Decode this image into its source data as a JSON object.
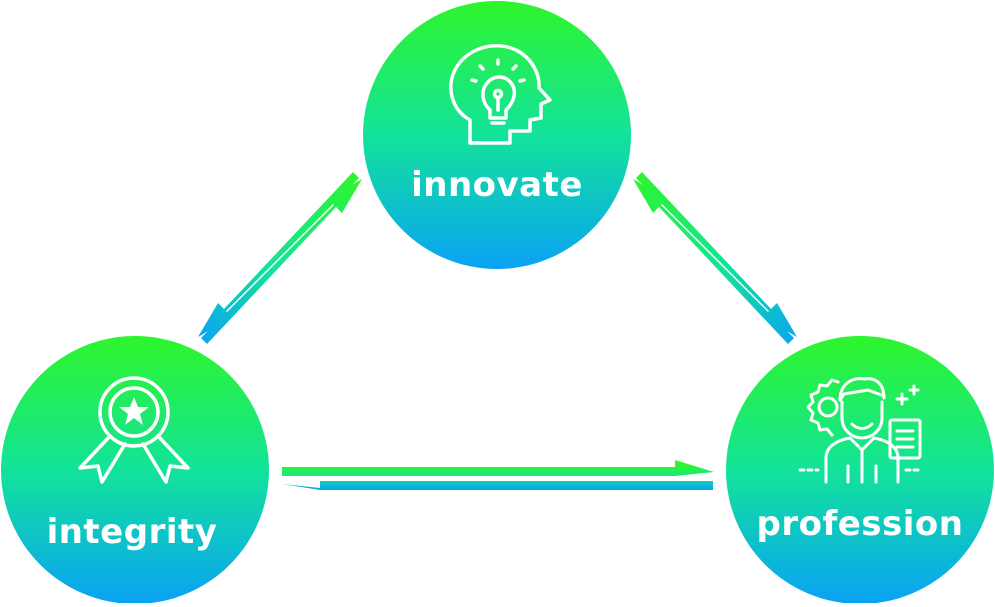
{
  "nodes": [
    {
      "id": "innovate",
      "label": "innovate",
      "icon": "head-lightbulb-icon"
    },
    {
      "id": "integrity",
      "label": "integrity",
      "icon": "award-ribbon-icon"
    },
    {
      "id": "profession",
      "label": "profession",
      "icon": "professional-person-icon"
    }
  ],
  "colors": {
    "gradient_top": "#2ef52c",
    "gradient_mid": "#12e39a",
    "gradient_bottom": "#0aa2f5",
    "text": "#ffffff",
    "background": "#ffffff"
  },
  "connections": [
    {
      "from": "innovate",
      "to": "integrity",
      "bidirectional": true
    },
    {
      "from": "innovate",
      "to": "profession",
      "bidirectional": true
    },
    {
      "from": "integrity",
      "to": "profession",
      "bidirectional": true
    }
  ]
}
